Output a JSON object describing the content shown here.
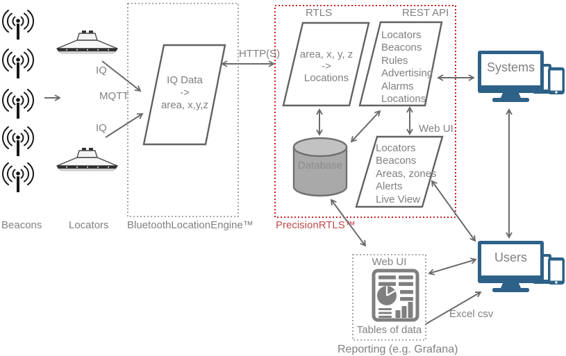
{
  "labels": {
    "beacons": "Beacons",
    "locators": "Locators",
    "iq_top": "IQ",
    "mqtt": "MQTT",
    "iq_bottom": "IQ",
    "http": "HTTP(S)",
    "ble_caption": "BluetoothLocationEngine™",
    "precision_caption": "PrecisionRTLS™",
    "rtls_title": "RTLS",
    "rest_api_title": "REST API",
    "webui_arrow": "Web UI",
    "database": "Database",
    "systems": "Systems",
    "users": "Users",
    "excel": "Excel csv",
    "reporting_webui": "Web UI",
    "tables_of_data": "Tables of data",
    "reporting_caption": "Reporting (e.g. Grafana)"
  },
  "nodes": {
    "ble": {
      "lines": [
        "IQ Data",
        "->",
        "area, x,y,z"
      ]
    },
    "rtls": {
      "lines": [
        "area, x, y, z",
        "->",
        "Locations"
      ]
    },
    "rest_api": {
      "items": [
        "Locators",
        "Beacons",
        "Rules",
        "Advertising",
        "Alarms",
        "Locations"
      ]
    },
    "webui": {
      "items": [
        "Locators",
        "Beacons",
        "Areas, zones",
        "Alerts",
        "Live View"
      ]
    }
  },
  "colors": {
    "device_blue": "#2D6187",
    "box_red": "#C00000",
    "red_label": "#BE4B48",
    "gray_text": "#808080",
    "arrow_gray": "#696969",
    "db_fill": "#A9A9A9",
    "db_top": "#C2C2C2",
    "icon_gray": "#7F7F7F"
  }
}
